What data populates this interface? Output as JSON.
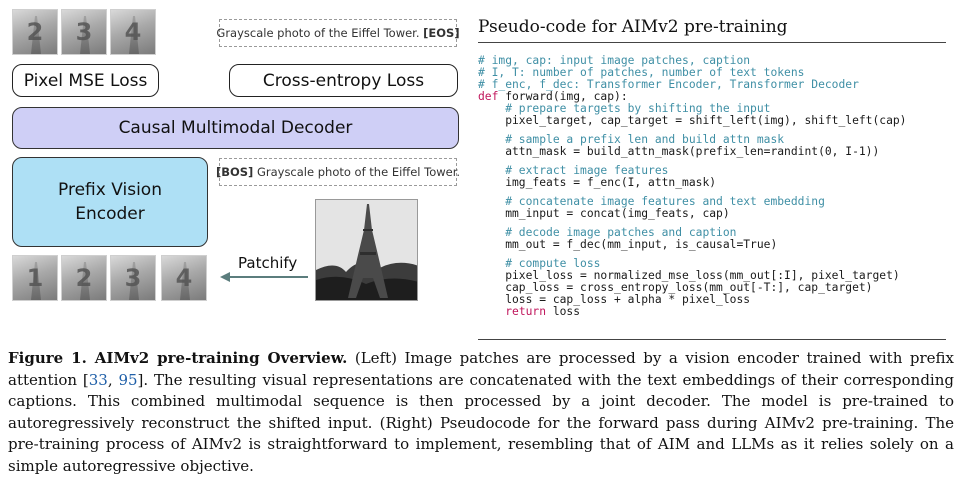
{
  "diagram": {
    "target_patches": [
      "2",
      "3",
      "4"
    ],
    "input_patches": [
      "1",
      "2",
      "3",
      "4"
    ],
    "target_caption": {
      "text": "Grayscale photo of the Eiffel Tower.",
      "token": "[EOS]"
    },
    "input_caption": {
      "token": "[BOS]",
      "text": "Grayscale photo of the Eiffel Tower."
    },
    "pixel_loss_label": "Pixel MSE Loss",
    "ce_loss_label": "Cross-entropy Loss",
    "decoder_label": "Causal Multimodal Decoder",
    "encoder_label_line1": "Prefix Vision",
    "encoder_label_line2": "Encoder",
    "patchify_label": "Patchify",
    "colors": {
      "decoder": "#cfcff6",
      "encoder": "#aee0f5",
      "arrow": "#5b7d7d"
    }
  },
  "code": {
    "title": "Pseudo-code for AIMv2 pre-training",
    "lines": [
      {
        "t": "# img, cap: input image patches, caption",
        "k": "comment"
      },
      {
        "t": "# I, T: number of patches, number of text tokens",
        "k": "comment"
      },
      {
        "t": "# f_enc, f_dec: Transformer Encoder, Transformer Decoder",
        "k": "comment"
      },
      {
        "t": "def forward(img, cap):",
        "k": "def"
      },
      {
        "t": "    # prepare targets by shifting the input",
        "k": "comment"
      },
      {
        "t": "    pixel_target, cap_target = shift_left(img), shift_left(cap)",
        "k": "code"
      },
      {
        "t": "",
        "k": "gap"
      },
      {
        "t": "    # sample a prefix len and build attn mask",
        "k": "comment"
      },
      {
        "t": "    attn_mask = build_attn_mask(prefix_len=randint(0, I-1))",
        "k": "code"
      },
      {
        "t": "",
        "k": "gap"
      },
      {
        "t": "    # extract image features",
        "k": "comment"
      },
      {
        "t": "    img_feats = f_enc(I, attn_mask)",
        "k": "code"
      },
      {
        "t": "",
        "k": "gap"
      },
      {
        "t": "    # concatenate image features and text embedding",
        "k": "comment"
      },
      {
        "t": "    mm_input = concat(img_feats, cap)",
        "k": "code"
      },
      {
        "t": "",
        "k": "gap"
      },
      {
        "t": "    # decode image patches and caption",
        "k": "comment"
      },
      {
        "t": "    mm_out = f_dec(mm_input, is_causal=True)",
        "k": "code"
      },
      {
        "t": "",
        "k": "gap"
      },
      {
        "t": "    # compute loss",
        "k": "comment"
      },
      {
        "t": "    pixel_loss = normalized_mse_loss(mm_out[:I], pixel_target)",
        "k": "code"
      },
      {
        "t": "    cap_loss = cross_entropy_loss(mm_out[-T:], cap_target)",
        "k": "code"
      },
      {
        "t": "    loss = cap_loss + alpha * pixel_loss",
        "k": "code"
      },
      {
        "t": "    return loss",
        "k": "return"
      }
    ]
  },
  "caption": {
    "lead": "Figure 1. AIMv2 pre-training Overview.",
    "part1": " (Left) Image patches are processed by a vision encoder trained with prefix attention [",
    "ref1": "33",
    "sep": ", ",
    "ref2": "95",
    "part2": "]. The resulting visual representations are concatenated with the text embeddings of their corresponding captions. This combined multimodal sequence is then processed by a joint decoder. The model is pre-trained to autoregressively reconstruct the shifted input. (Right) Pseudocode for the forward pass during AIMv2 pre-training. The pre-training process of AIMv2 is straightforward to implement, resembling that of AIM and LLMs as it relies solely on a simple autoregressive objective."
  }
}
